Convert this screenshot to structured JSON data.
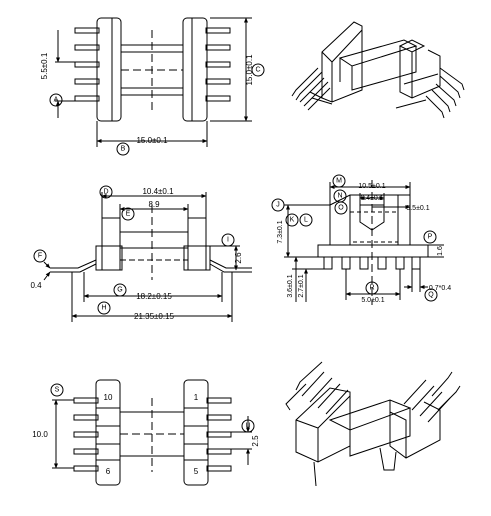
{
  "top_view": {
    "dim_width": "15.0±0.1",
    "dim_height": "15.0±0.1",
    "dim_pitch": "5.5±0.1",
    "callout_a": "A",
    "callout_b": "B",
    "callout_c": "C"
  },
  "side_view": {
    "dim_flange": "10.4±0.1",
    "dim_winding": "8.9",
    "dim_pin_height": "2.6",
    "dim_pin_thickness": "0.4",
    "dim_pin_pitch": "18.2±0.15",
    "dim_overall": "21.35±0.15",
    "callout_d": "D",
    "callout_e": "E",
    "callout_f": "F",
    "callout_g": "G",
    "callout_h": "H",
    "callout_i": "I"
  },
  "end_view": {
    "dim_top": "10.5±0.1",
    "dim_slot": "6.4±0.1",
    "dim_side": "5.5±0.1",
    "dim_height": "7.3±0.1",
    "dim_pin_row1": "3.6±0.1",
    "dim_pin_row2": "2.7±0.1",
    "dim_bottom": "5.0±0.1",
    "dim_pin": "0.7*0.4",
    "dim_small": "1.6",
    "callout_j": "J",
    "callout_k": "K",
    "callout_l": "L",
    "callout_m": "M",
    "callout_n": "N",
    "callout_o": "O",
    "callout_p": "P",
    "callout_q": "Q",
    "callout_r": "R"
  },
  "bottom_view": {
    "pin_10": "10",
    "pin_1": "1",
    "pin_6": "6",
    "pin_5": "5",
    "dim_left": "10.0",
    "dim_pitch": "2.5",
    "callout_s": "S",
    "callout_u": "U"
  }
}
